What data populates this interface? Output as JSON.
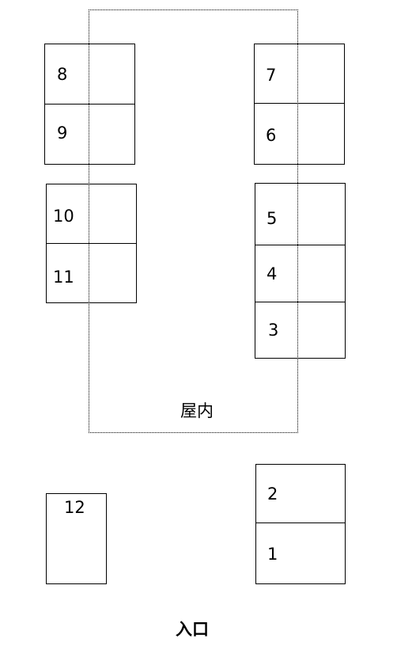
{
  "zone": {
    "indoor_label": "屋内",
    "entrance_label": "入口"
  },
  "slots": [
    "1",
    "2",
    "3",
    "4",
    "5",
    "6",
    "7",
    "8",
    "9",
    "10",
    "11",
    "12"
  ]
}
